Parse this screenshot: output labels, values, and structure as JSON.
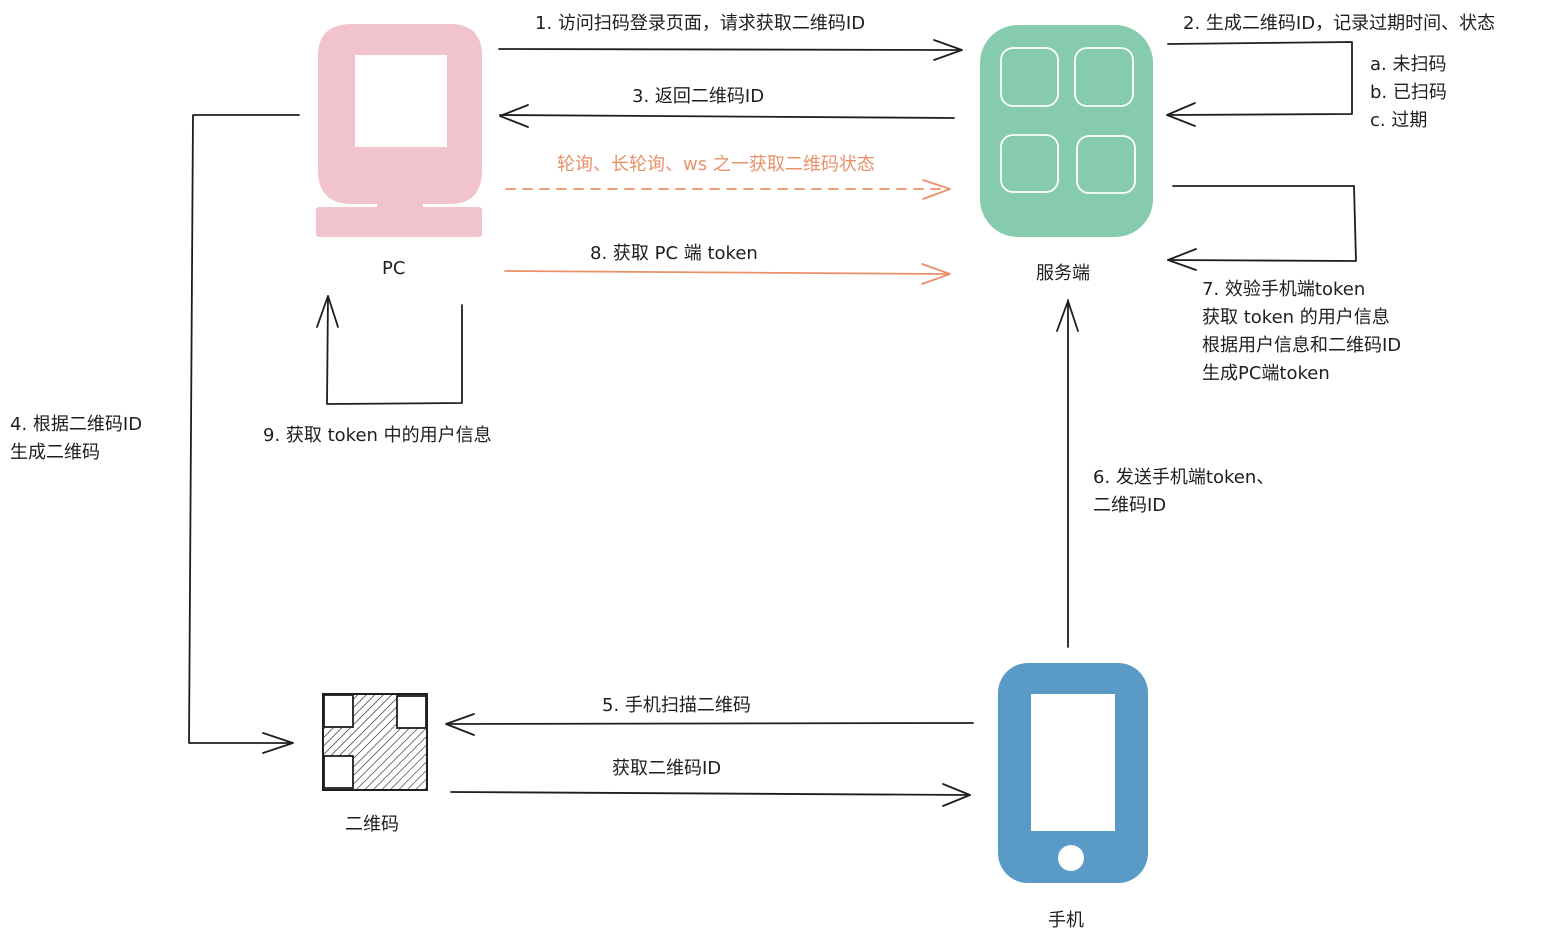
{
  "title": "扫码登录流程",
  "colors": {
    "pc": "#f0c3cd",
    "server": "#86cbad",
    "phone": "#5a9ac6",
    "stroke": "#1e1e1e",
    "highlight": "#e8916a"
  },
  "nodes": {
    "pc": {
      "label": "PC",
      "icon": "desktop-computer-icon"
    },
    "server": {
      "label": "服务端",
      "icon": "server-grid-icon"
    },
    "qrcode": {
      "label": "二维码",
      "icon": "qr-code-icon"
    },
    "phone": {
      "label": "手机",
      "icon": "mobile-phone-icon"
    }
  },
  "steps": {
    "step1": "1. 访问扫码登录页面，请求获取二维码ID",
    "step2": "2. 生成二维码ID，记录过期时间、状态",
    "step2_states": [
      "a. 未扫码",
      "b. 已扫码",
      "c. 过期"
    ],
    "step3": "3. 返回二维码ID",
    "polling": "轮询、长轮询、ws 之一获取二维码状态",
    "step8": "8. 获取 PC 端 token",
    "step7": [
      "7. 效验手机端token",
      "获取 token 的用户信息",
      "根据用户信息和二维码ID",
      "生成PC端token"
    ],
    "step4": [
      "4. 根据二维码ID",
      "生成二维码"
    ],
    "step9": "9. 获取 token 中的用户信息",
    "step6": [
      "6. 发送手机端token、",
      "二维码ID"
    ],
    "step5": "5. 手机扫描二维码",
    "get_qr_id": "获取二维码ID"
  }
}
